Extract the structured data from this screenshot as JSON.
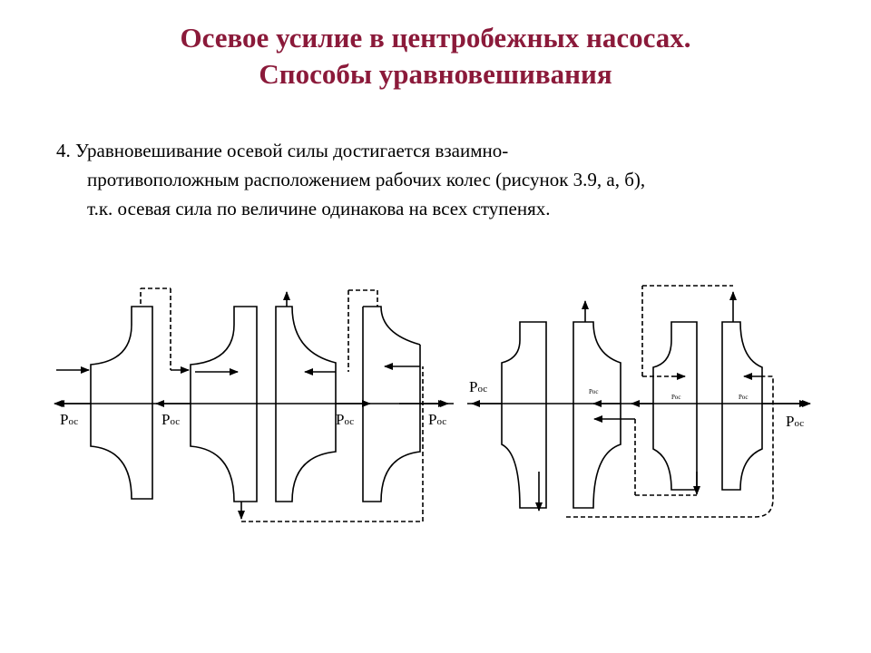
{
  "title": {
    "line1": "Осевое усилие в центробежных насосах.",
    "line2": "Способы уравновешивания"
  },
  "paragraph": {
    "line1": "4. Уравновешивание осевой силы достигается взаимно-",
    "line2": "противоположным расположением рабочих колес (рисунок 3.9, а, б),",
    "line3": "т.к. осевая сила по величине одинакова на всех ступенях."
  },
  "diagram": {
    "force_symbol": "P",
    "force_subscript": "ос",
    "inner_force_label": "Рос"
  }
}
